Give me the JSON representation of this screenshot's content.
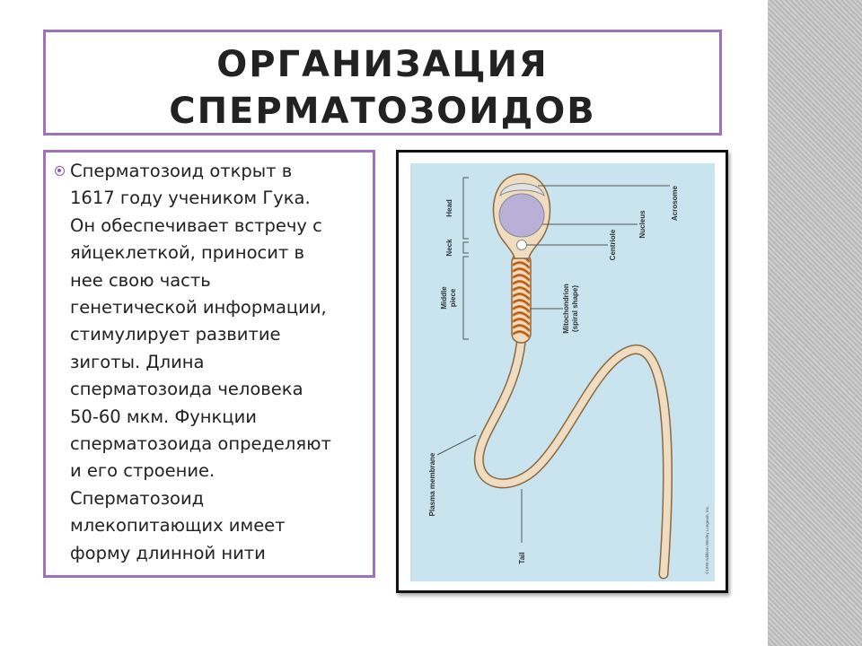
{
  "slide": {
    "title_line1": "ОРГАНИЗАЦИЯ",
    "title_line2": "СПЕРМАТОЗОИДОВ",
    "body_text": "Сперматозоид открыт в\n1617 году учеником Гука.\nОн обеспечивает встречу с\nяйцеклеткой, приносит в\nнее свою часть\nгенетической информации,\nстимулирует развитие\nзиготы.  Длина\nсперматозоида  человека\n50-60 мкм. Функции\nсперматозоида определяют\nи его строение.\nСперматозоид\nмлекопитающих имеет\nформу длинной нити"
  },
  "diagram": {
    "labels": {
      "head": "Head",
      "neck": "Neck",
      "middle_piece_1": "Middle",
      "middle_piece_2": "piece",
      "acrosome": "Acrosome",
      "nucleus": "Nucleus",
      "centriole": "Centriole",
      "mitochondrion_1": "Mitochondrion",
      "mitochondrion_2": "(spiral shape)",
      "plasma_membrane": "Plasma membrane",
      "tail": "Tail"
    },
    "copyright": "©1999 Addison Wesley Longman, Inc.",
    "colors": {
      "background": "#c9e4ef",
      "cell_body": "#f0dcc0",
      "outline": "#8b6a40",
      "nucleus": "#b9b0d8",
      "acrosome": "#e2e2e2",
      "mitochondria": "#d77a2e"
    }
  }
}
